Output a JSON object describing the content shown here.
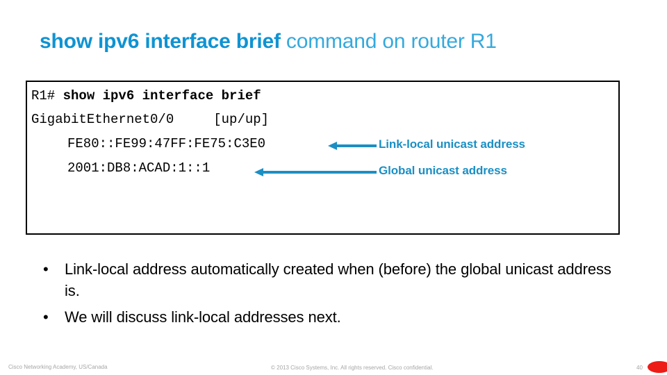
{
  "slide": {
    "title": {
      "command": "show ipv6 interface brief",
      "rest": " command on router R1"
    },
    "cli": {
      "prompt": "R1# ",
      "command": "show ipv6 interface brief",
      "interface_line": "GigabitEthernet0/0     [up/up]",
      "link_local_address": "FE80::FE99:47FF:FE75:C3E0",
      "global_address": "2001:DB8:ACAD:1::1"
    },
    "callouts": [
      {
        "label": "Link-local unicast address",
        "arrow": "arrow-left"
      },
      {
        "label": "Global unicast address",
        "arrow": "arrow-left"
      }
    ],
    "bullets": [
      {
        "marker": "•",
        "text": "Link-local address automatically created when (before) the global unicast address is."
      },
      {
        "marker": "•",
        "text": "We will discuss link-local addresses next."
      }
    ],
    "footer": {
      "left": "Cisco Networking Academy, US/Canada",
      "center": "© 2013 Cisco Systems, Inc. All rights reserved. Cisco confidential.",
      "page_number": "40",
      "logo": "cisco-red-ellipse"
    },
    "colors": {
      "title_blue": "#1b9dd9",
      "callout_blue": "#1b8fc4",
      "arrow_blue": "#1b8fc4",
      "logo_red": "#ed1c16",
      "footer_gray": "#a6a6a6",
      "text_black": "#000000"
    }
  }
}
